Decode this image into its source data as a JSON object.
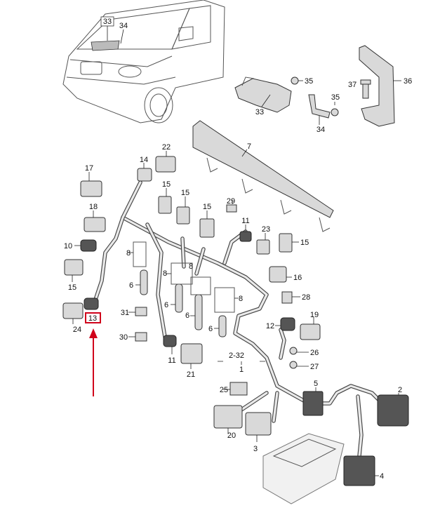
{
  "highlight_color": "#d0021b",
  "labels": {
    "l33a": "33",
    "l34a": "34",
    "l35a": "35",
    "l35b": "35",
    "l36": "36",
    "l37": "37",
    "l33b": "33",
    "l34b": "34",
    "l7": "7",
    "l14": "14",
    "l22": "22",
    "l17": "17",
    "l15a": "15",
    "l15b": "15",
    "l15c": "15",
    "l29": "29",
    "l11a": "11",
    "l23": "23",
    "l15d": "15",
    "l18": "18",
    "l10": "10",
    "l8a": "8",
    "l8b": "8",
    "l8c": "8",
    "l8d": "8",
    "l6a": "6",
    "l6b": "6",
    "l6c": "6",
    "l6d": "6",
    "l15e": "15",
    "l16": "16",
    "l28": "28",
    "l31": "31",
    "l19": "19",
    "l24": "24",
    "l13": "13",
    "l12": "12",
    "l30": "30",
    "l26": "26",
    "l11b": "11",
    "l21": "21",
    "l232": "2-32",
    "l27": "27",
    "l1": "1",
    "l5": "5",
    "l2": "2",
    "l25": "25",
    "l20": "20",
    "l3": "3",
    "l4": "4"
  }
}
